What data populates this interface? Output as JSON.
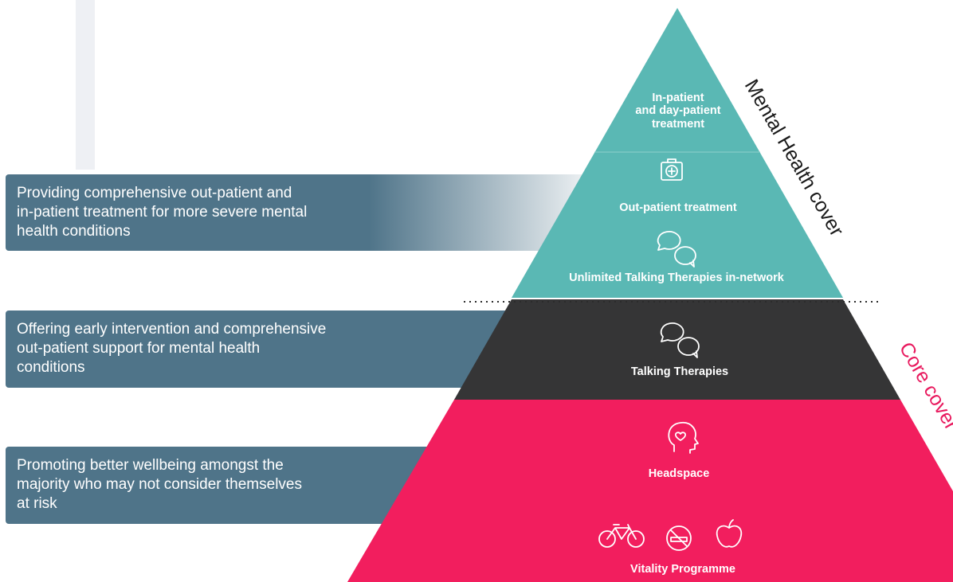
{
  "callouts": [
    {
      "lines": [
        "Providing comprehensive out-patient and",
        "in-patient treatment for more severe mental",
        "health conditions"
      ]
    },
    {
      "lines": [
        "Offering early intervention and comprehensive",
        "out-patient support for mental health",
        "conditions"
      ]
    },
    {
      "lines": [
        "Promoting better wellbeing amongst the",
        "majority who may not consider themselves",
        "at risk"
      ]
    }
  ],
  "pyramid": {
    "inpatient": [
      "In-patient",
      "and day-patient",
      "treatment"
    ],
    "outpatient": "Out-patient treatment",
    "unlimited": "Unlimited Talking Therapies in-network",
    "talking": "Talking Therapies",
    "headspace": "Headspace",
    "vitality": "Vitality Programme"
  },
  "side_labels": {
    "mental": "Mental Health cover",
    "core": "Core cover"
  },
  "icons": [
    "first-aid-kit-icon",
    "speech-bubbles-icon",
    "speech-bubbles-icon",
    "head-heart-icon",
    "bicycle-icon",
    "no-smoking-icon",
    "apple-icon"
  ],
  "colors": {
    "teal": "#5ab8b4",
    "dark": "#353536",
    "pink": "#f21e5e",
    "slate": "#4f7489",
    "core_label": "#e8185d",
    "mental_label": "#1a1a1a"
  }
}
